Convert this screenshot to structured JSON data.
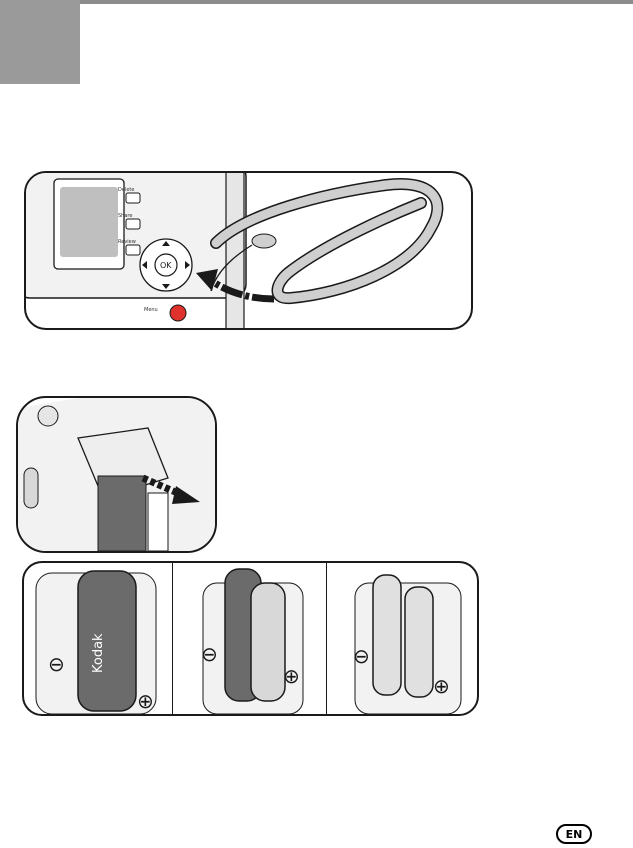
{
  "page": {
    "language_badge": "EN"
  },
  "strap_illustration": {
    "camera_buttons": [
      "Delete",
      "Share",
      "Review"
    ],
    "ok_button": "OK",
    "menu_label": "Menu"
  },
  "battery_illustration": {
    "battery_brand": "Kodak",
    "polarity_negative": "⊖",
    "polarity_positive": "⊕"
  },
  "colors": {
    "outline": "#1a1a1a",
    "camera_body": "#f2f2f2",
    "screen": "#bfbfbf",
    "strap": "#cfcfcf",
    "battery_dark": "#6b6b6b",
    "battery_light": "#d8d8d8",
    "record_button": "#e0322d",
    "chapter_tab": "#9a9a9a"
  }
}
